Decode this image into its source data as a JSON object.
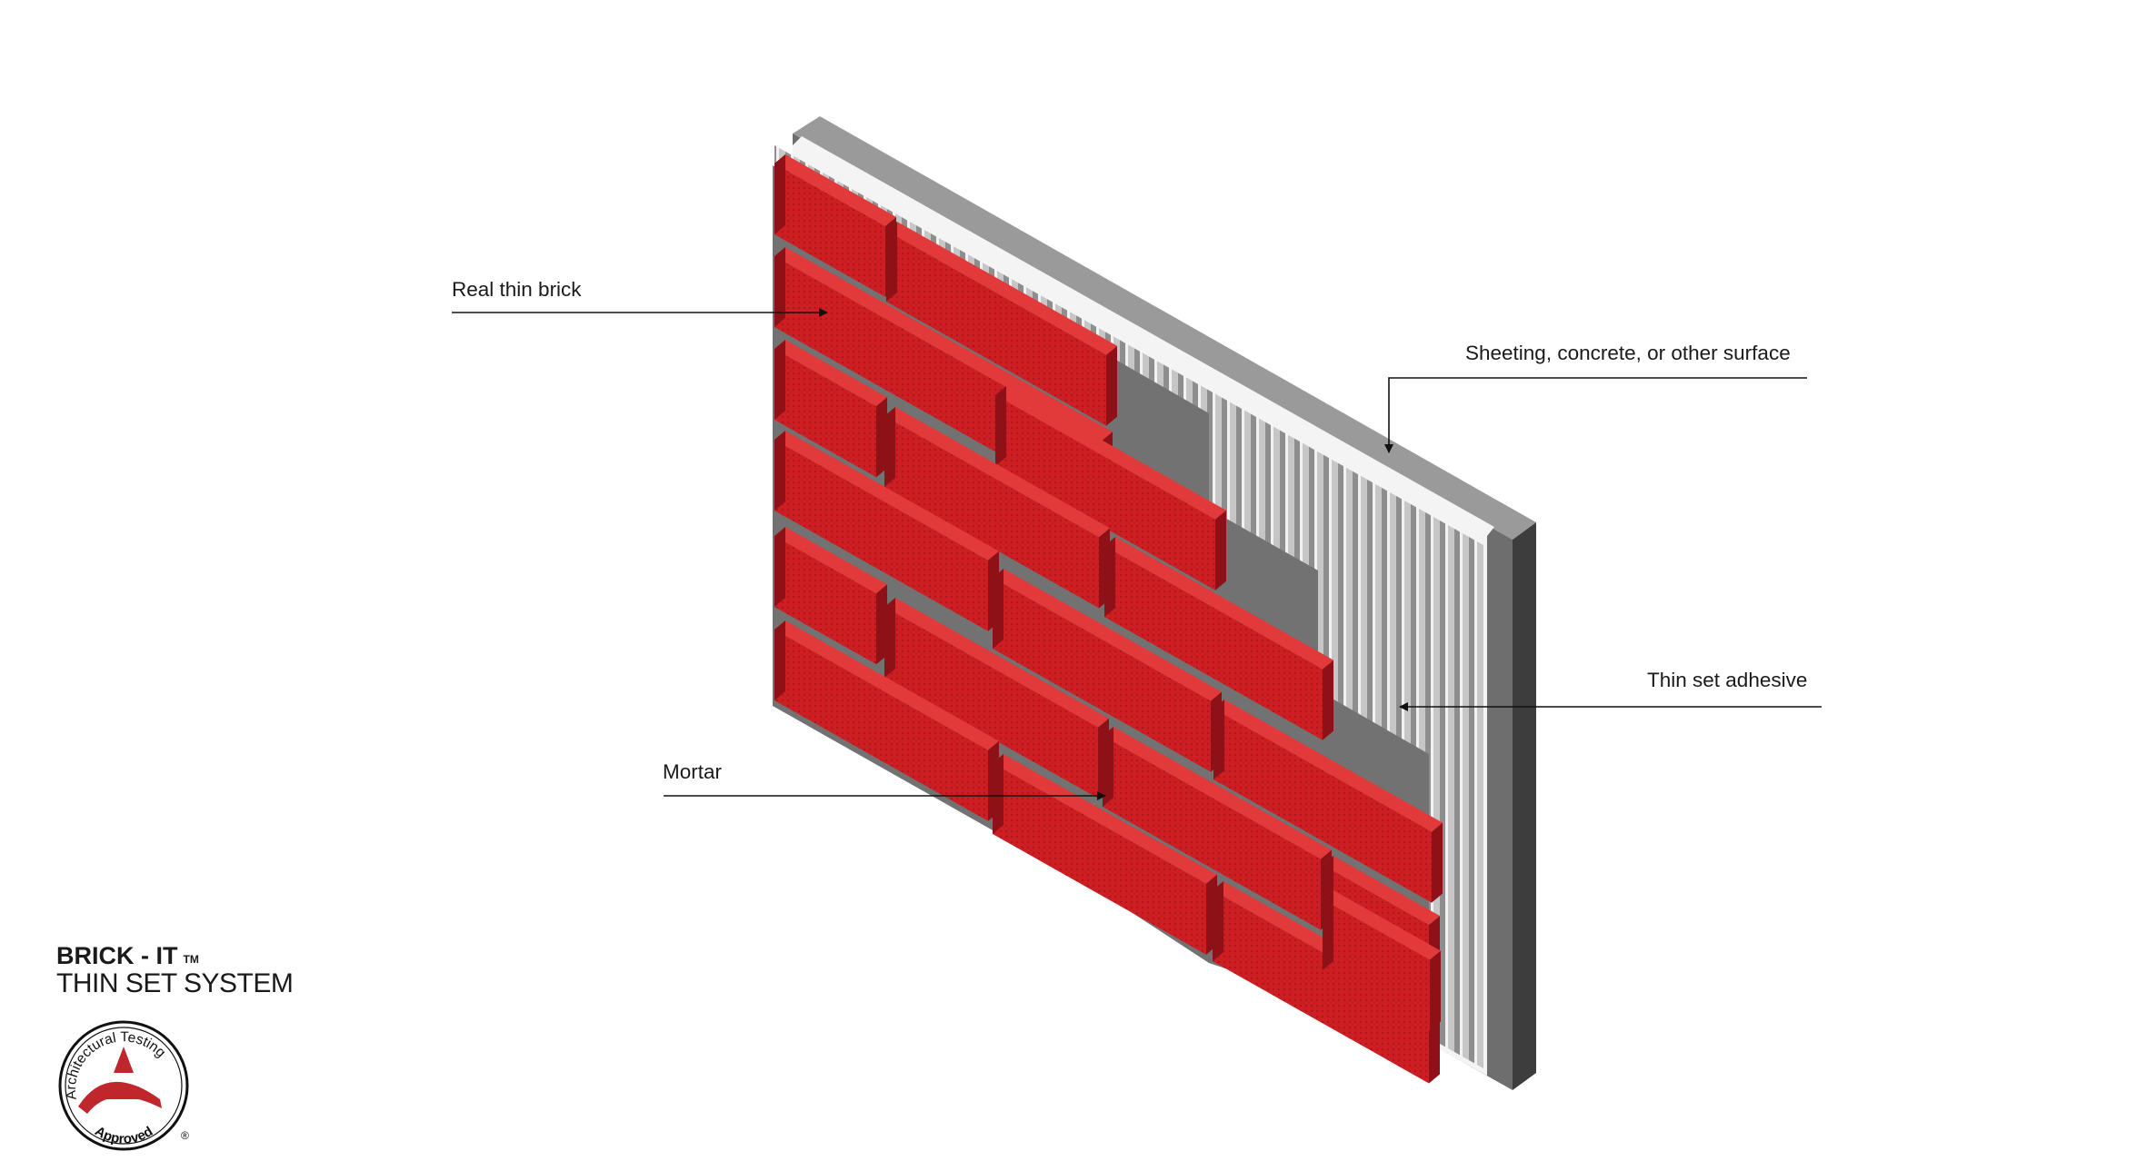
{
  "labels": {
    "brick": "Real thin brick",
    "sheeting": "Sheeting, concrete, or other surface",
    "adhesive": "Thin set adhesive",
    "mortar": "Mortar"
  },
  "brand": {
    "name": "BRICK - IT",
    "trademark": "TM",
    "subtitle": "THIN SET SYSTEM"
  },
  "seal": {
    "ring_text": "Architectural Testing",
    "bottom_text": "Approved",
    "registered": "®"
  },
  "colors": {
    "brick_face": "#cf1f24",
    "brick_side": "#8d1116",
    "brick_top": "#e23a3a",
    "mortar": "#6d6d6d",
    "adhesive": "#bdbdbd",
    "sheeting": "#484848",
    "seal_red": "#c0272d"
  }
}
